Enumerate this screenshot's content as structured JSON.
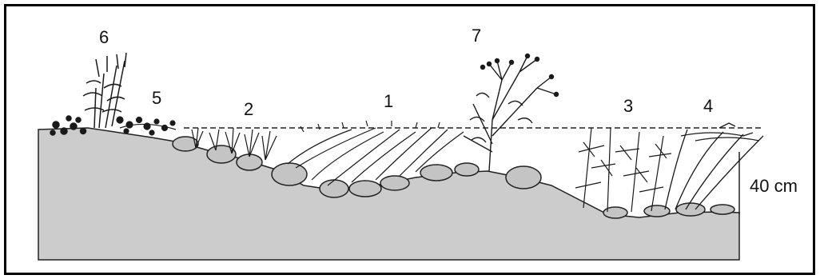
{
  "diagram": {
    "zone_labels": [
      "6",
      "5",
      "2",
      "1",
      "7",
      "3",
      "4"
    ],
    "depth_label": "40 cm",
    "colors": {
      "ground": "#cccccc",
      "stone": "#c4c4c4",
      "outline": "#222222",
      "plant": "#1a1a1a"
    }
  }
}
